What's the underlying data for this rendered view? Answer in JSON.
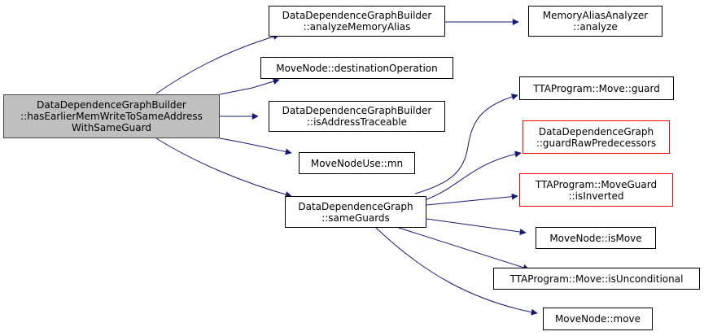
{
  "colors": {
    "edge": "#191970",
    "root_fill": "#bfbfbf",
    "node_border": "#000000",
    "highlight_border": "#ff0000"
  },
  "nodes": {
    "root": {
      "lines": [
        "DataDependenceGraphBuilder",
        "::hasEarlierMemWriteToSameAddress",
        "WithSameGuard"
      ]
    },
    "analyzeMemoryAlias": {
      "lines": [
        "DataDependenceGraphBuilder",
        "::analyzeMemoryAlias"
      ]
    },
    "memoryAliasAnalyze": {
      "lines": [
        "MemoryAliasAnalyzer",
        "::analyze"
      ]
    },
    "destinationOperation": {
      "lines": [
        "MoveNode::destinationOperation"
      ]
    },
    "isAddressTraceable": {
      "lines": [
        "DataDependenceGraphBuilder",
        "::isAddressTraceable"
      ]
    },
    "mn": {
      "lines": [
        "MoveNodeUse::mn"
      ]
    },
    "sameGuards": {
      "lines": [
        "DataDependenceGraph",
        "::sameGuards"
      ]
    },
    "guard": {
      "lines": [
        "TTAProgram::Move::guard"
      ]
    },
    "guardRawPredecessors": {
      "lines": [
        "DataDependenceGraph",
        "::guardRawPredecessors"
      ]
    },
    "isInverted": {
      "lines": [
        "TTAProgram::MoveGuard",
        "::isInverted"
      ]
    },
    "isMove": {
      "lines": [
        "MoveNode::isMove"
      ]
    },
    "isUnconditional": {
      "lines": [
        "TTAProgram::Move::isUnconditional"
      ]
    },
    "move": {
      "lines": [
        "MoveNode::move"
      ]
    }
  }
}
